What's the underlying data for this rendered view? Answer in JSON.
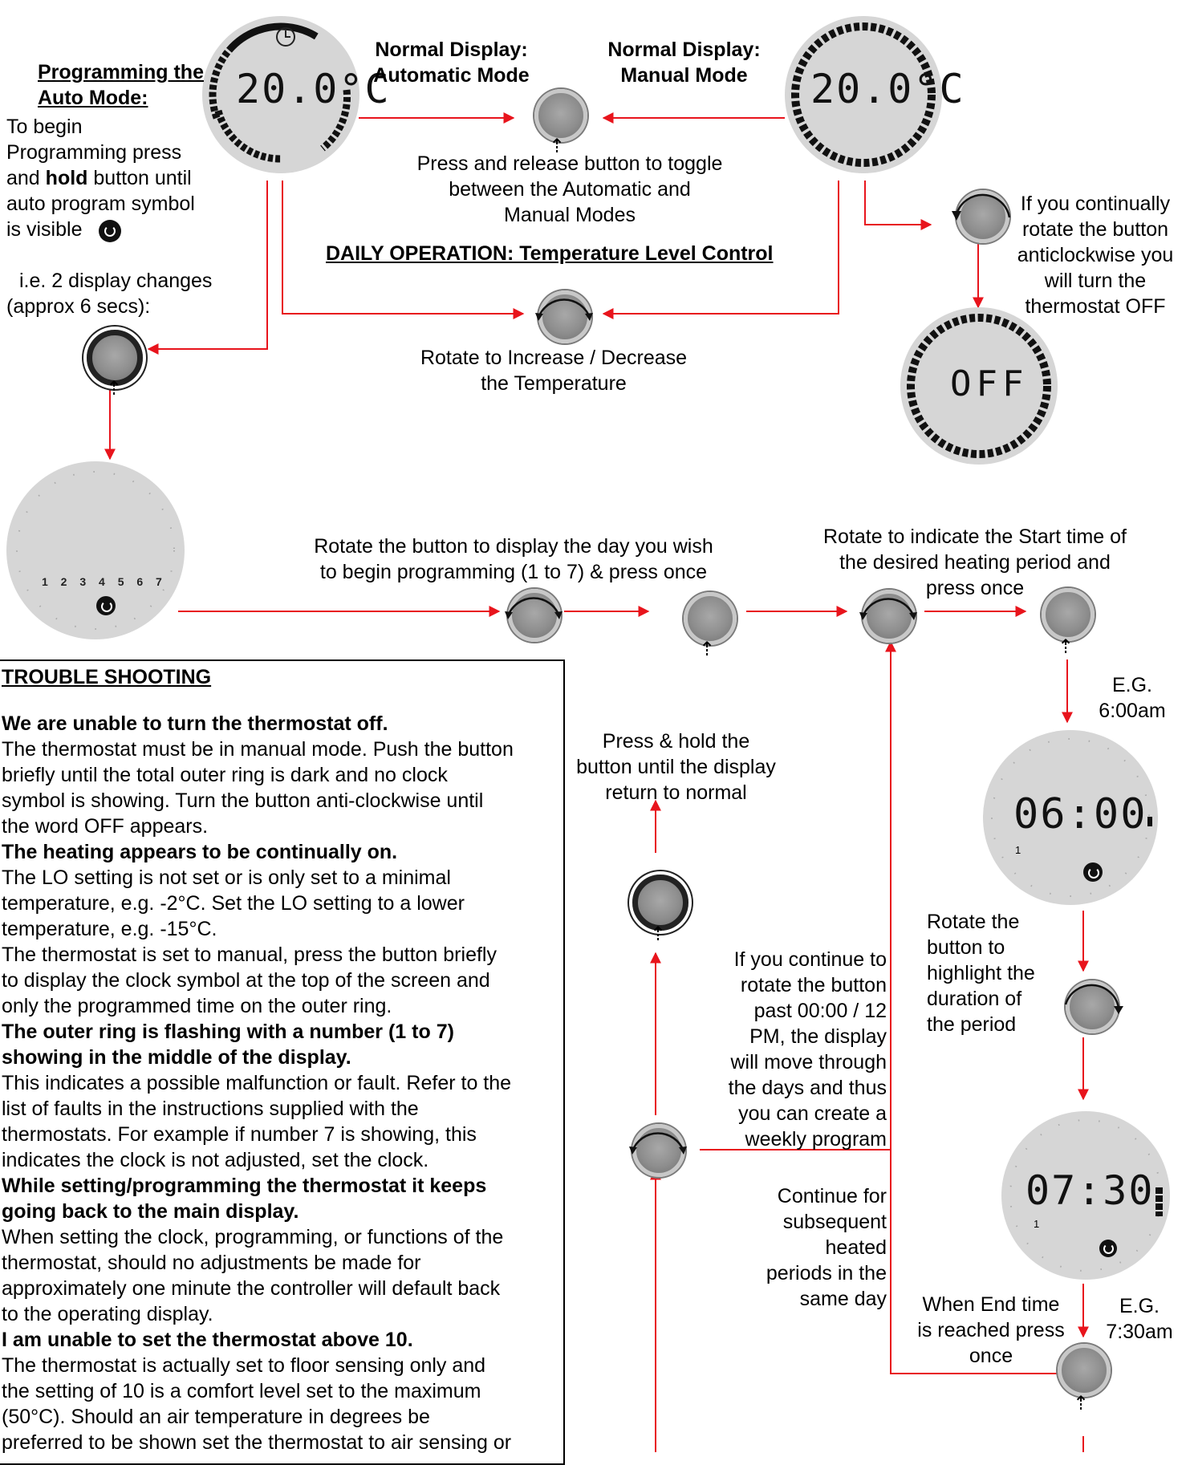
{
  "colors": {
    "arrow": "#e8141c",
    "display": "#d6d6d6",
    "knob": "#8e8e8e"
  },
  "program_heading": {
    "line1": "Programming the",
    "line2": "Auto Mode:"
  },
  "program_text": {
    "l1": "To begin",
    "l2": "Programming press",
    "l3a": "and ",
    "l3b": "hold",
    "l3c": " button until",
    "l4": "auto program symbol",
    "l5": "is visible"
  },
  "display_changes": {
    "l1": "i.e. 2 display changes",
    "l2": "(approx 6 secs):"
  },
  "auto_mode": {
    "line1": "Normal Display:",
    "line2": "Automatic Mode",
    "reading": "20.0°C"
  },
  "manual_mode": {
    "line1": "Normal Display:",
    "line2": "Manual Mode",
    "reading": "20.0°C"
  },
  "toggle_text": {
    "l1": "Press and release button to toggle",
    "l2": "between the Automatic and",
    "l3": "Manual Modes"
  },
  "daily_operation": "DAILY OPERATION: Temperature Level Control",
  "rotate_temp": {
    "l1": "Rotate to Increase / Decrease",
    "l2": "the Temperature"
  },
  "off_text": {
    "l1": "If you continually",
    "l2": "rotate the button",
    "l3": "anticlockwise you",
    "l4": "will turn the",
    "l5": "thermostat OFF"
  },
  "off_display": "OFF",
  "day_numbers": "1 2 3 4 5 6 7",
  "day_select": {
    "l1": "Rotate the button to display the day you wish",
    "l2": "to begin programming (1 to 7) & press once"
  },
  "start_time": {
    "l1": "Rotate to indicate the Start time of",
    "l2": "the desired heating period and",
    "l3": "press once"
  },
  "eg_start": {
    "l1": "E.G.",
    "l2": "6:00am"
  },
  "display_0600": {
    "time": "06:00",
    "day": "1"
  },
  "duration": {
    "l1": "Rotate the",
    "l2": "button to",
    "l3": "highlight the",
    "l4": "duration of",
    "l5": "the period"
  },
  "display_0730": {
    "time": "07:30",
    "day": "1"
  },
  "end_time": {
    "l1": "When End time",
    "l2": "is reached press",
    "l3": "once"
  },
  "eg_end": {
    "l1": "E.G.",
    "l2": "7:30am"
  },
  "press_hold": {
    "l1": "Press & hold the",
    "l2": "button until the display",
    "l3": "return to normal"
  },
  "weekly": {
    "l1": "If you continue to",
    "l2": "rotate the button",
    "l3": "past 00:00 / 12",
    "l4": "PM, the display",
    "l5": "will move through",
    "l6": "the days and thus",
    "l7": "you can create a",
    "l8": "weekly program"
  },
  "subsequent": {
    "l1": "Continue for",
    "l2": "subsequent",
    "l3": "heated",
    "l4": "periods in the",
    "l5": "same day"
  },
  "trouble": {
    "title": "TROUBLE SHOOTING",
    "q1": "We are unable to turn the thermostat off.",
    "a1": {
      "l1": "The thermostat must be in manual mode. Push the button",
      "l2": "briefly until the total outer ring is dark and no clock",
      "l3": "symbol is showing. Turn the button anti-clockwise until",
      "l4": "the word OFF appears."
    },
    "q2": "The heating appears to be continually on.",
    "a2": {
      "l1": "The LO setting is not set or is only set to a minimal",
      "l2": "temperature, e.g. -2°C. Set the LO setting to a lower",
      "l3": "temperature, e.g. -15°C."
    },
    "a3": {
      "l1": "The thermostat is set to manual, press the button briefly",
      "l2": "to display the clock symbol at the top of the screen and",
      "l3": "only the programmed time on the outer ring."
    },
    "q3": {
      "l1": "The outer ring is flashing with a number (1 to 7)",
      "l2": "showing in the middle of the display."
    },
    "a4": {
      "l1": "This indicates a possible malfunction or fault. Refer to the",
      "l2": "list of faults in the instructions supplied with the",
      "l3": "thermostats. For example if number 7 is showing, this",
      "l4": "indicates the clock is not adjusted, set the clock."
    },
    "q4": {
      "l1": "While setting/programming the thermostat it keeps",
      "l2": "going back to the main display."
    },
    "a5": {
      "l1": "When setting the clock, programming, or functions of the",
      "l2": "thermostat, should no adjustments be made for",
      "l3": "approximately one minute the controller will default back",
      "l4": "to the operating display."
    },
    "q5": "I am unable to set the thermostat above 10.",
    "a6": {
      "l1": "The thermostat is actually set to floor sensing only and",
      "l2": "the setting of 10 is a comfort level set to the maximum",
      "l3": "(50°C). Should an air temperature in degrees be",
      "l4": "preferred to be shown set the thermostat to air sensing or"
    }
  }
}
